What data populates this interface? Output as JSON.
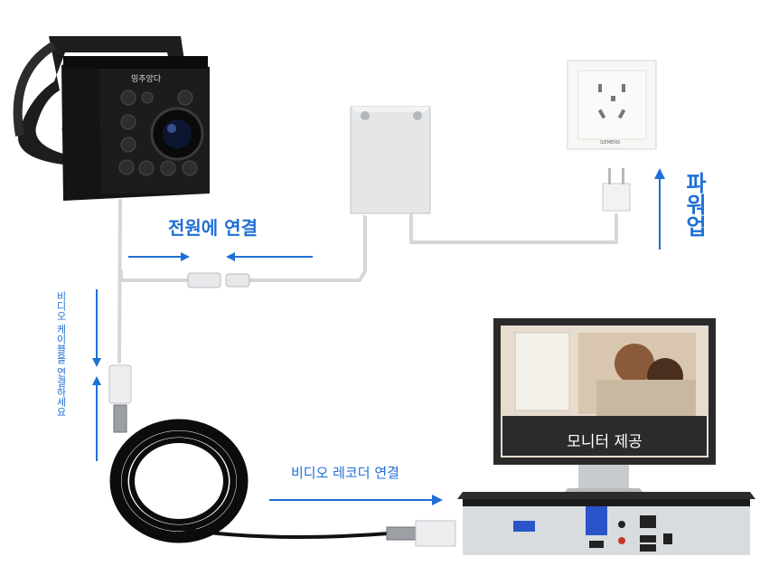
{
  "labels": {
    "power_connect": "전원에 연결",
    "video_cable": "비디오 케이블을 연결하세요",
    "power_supply": "파워업",
    "video_recorder": "비디오 레코더 연결",
    "monitor": "모니터 제공"
  },
  "camera": {
    "brand": "밍추앙다"
  },
  "socket": {
    "brand": "SIEMENS"
  },
  "colors": {
    "accent": "#1f6fd6",
    "cable": "#d9dcdf",
    "camera_body": "#141414",
    "recorder_body": "#1b1b1b",
    "monitor_bezel": "#2a2a2a",
    "port_blue": "#2a55c8"
  }
}
